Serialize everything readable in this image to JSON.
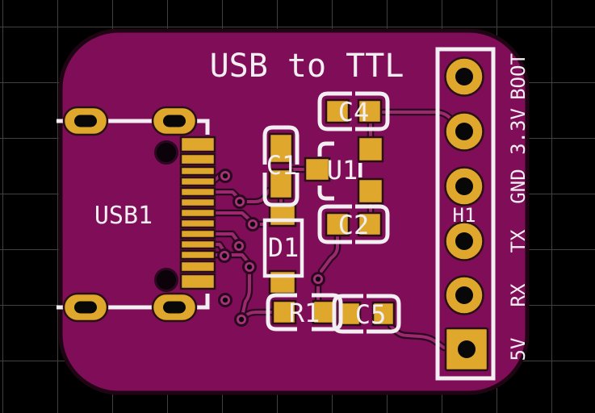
{
  "board": {
    "title": "USB to TTL",
    "colors": {
      "background": "#000000",
      "grid": "#414141",
      "soldermask": "#7f0d58",
      "board_outline": "#1f0513",
      "copper_pad": "#dfa72b",
      "trace": "#9c2870",
      "silkscreen": "#f2eef2",
      "drill_hole": "#080808"
    }
  },
  "components": {
    "usb_connector": {
      "ref": "USB1"
    },
    "c1": {
      "ref": "C1"
    },
    "c2": {
      "ref": "C2"
    },
    "c4": {
      "ref": "C4"
    },
    "c5": {
      "ref": "C5"
    },
    "d1": {
      "ref": "D1"
    },
    "r1": {
      "ref": "R1"
    },
    "u1": {
      "ref": "U1"
    }
  },
  "header": {
    "ref": "H1",
    "pin_labels": [
      "BOOT",
      "3.3V",
      "GND",
      "TX",
      "RX",
      "5V"
    ]
  }
}
